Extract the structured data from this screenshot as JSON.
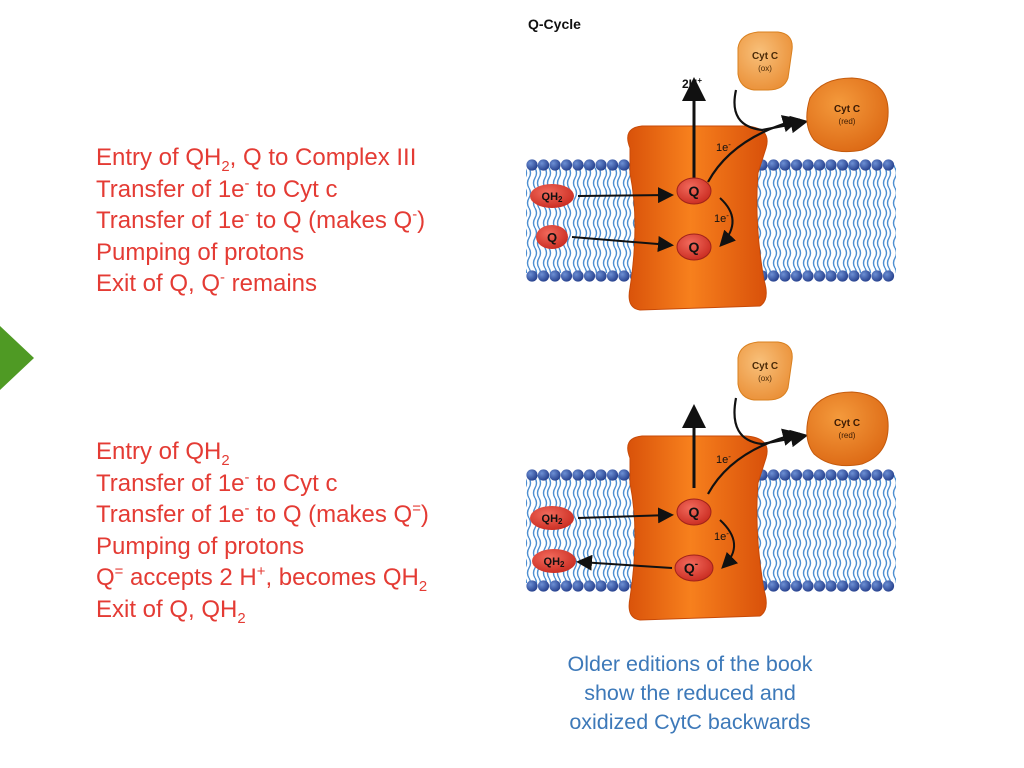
{
  "slide": {
    "nav_arrow_color": "#4f9a24",
    "text_color": "#e43b34",
    "note_color": "#3d79b9"
  },
  "diagram": {
    "title": "Q-Cycle",
    "membrane_color": "#3656a8",
    "complex_color": "#ee6a12",
    "cytc_color": "#f2a24a"
  },
  "top_panel": {
    "steps": [
      {
        "segments": [
          {
            "t": "Entry of QH"
          },
          {
            "t": "2",
            "sub": true
          },
          {
            "t": ", Q to Complex III"
          }
        ]
      },
      {
        "segments": [
          {
            "t": "Transfer of 1e"
          },
          {
            "t": "-",
            "sup": true
          },
          {
            "t": " to Cyt c"
          }
        ]
      },
      {
        "segments": [
          {
            "t": "Transfer of 1e"
          },
          {
            "t": "-",
            "sup": true
          },
          {
            "t": " to Q (makes Q"
          },
          {
            "t": "-",
            "sup": true
          },
          {
            "t": ")"
          }
        ]
      },
      {
        "segments": [
          {
            "t": "Pumping of protons"
          }
        ]
      },
      {
        "segments": [
          {
            "t": "Exit of Q, Q"
          },
          {
            "t": "-",
            "sup": true
          },
          {
            "t": " remains"
          }
        ]
      }
    ],
    "proton_label": "2H",
    "proton_sup": "+",
    "cytc_ox": {
      "name": "Cyt C",
      "state": "(ox)"
    },
    "cytc_red": {
      "name": "Cyt C",
      "state": "(red)"
    },
    "electron_label_1": "1e",
    "electron_label_2": "1e",
    "electron_sup": "-",
    "mol_left_1": "QH",
    "mol_left_1_sub": "2",
    "mol_left_2": "Q",
    "site_upper": "Q",
    "site_lower": "Q"
  },
  "bottom_panel": {
    "steps": [
      {
        "segments": [
          {
            "t": "Entry of QH"
          },
          {
            "t": "2",
            "sub": true
          }
        ]
      },
      {
        "segments": [
          {
            "t": "Transfer of 1e"
          },
          {
            "t": "-",
            "sup": true
          },
          {
            "t": " to Cyt c"
          }
        ]
      },
      {
        "segments": [
          {
            "t": "Transfer of 1e"
          },
          {
            "t": "-",
            "sup": true
          },
          {
            "t": " to Q (makes Q"
          },
          {
            "t": "=",
            "sup": true
          },
          {
            "t": ")"
          }
        ]
      },
      {
        "segments": [
          {
            "t": "Pumping of protons"
          }
        ]
      },
      {
        "segments": [
          {
            "t": "Q"
          },
          {
            "t": "=",
            "sup": true
          },
          {
            "t": " accepts 2 H"
          },
          {
            "t": "+",
            "sup": true
          },
          {
            "t": ", becomes QH"
          },
          {
            "t": "2",
            "sub": true
          }
        ]
      },
      {
        "segments": [
          {
            "t": "Exit of Q, QH"
          },
          {
            "t": "2",
            "sub": true
          }
        ]
      }
    ],
    "cytc_ox": {
      "name": "Cyt C",
      "state": "(ox)"
    },
    "cytc_red": {
      "name": "Cyt C",
      "state": "(red)"
    },
    "electron_label_1": "1e",
    "electron_label_2": "1e",
    "electron_sup": "-",
    "mol_left_1": "QH",
    "mol_left_1_sub": "2",
    "mol_left_2": "QH",
    "mol_left_2_sub": "2",
    "site_upper": "Q",
    "site_lower": "Q",
    "site_lower_sup": "-"
  },
  "note": {
    "lines": [
      "Older editions of the book",
      "show the reduced and",
      "oxidized CytC backwards"
    ]
  }
}
